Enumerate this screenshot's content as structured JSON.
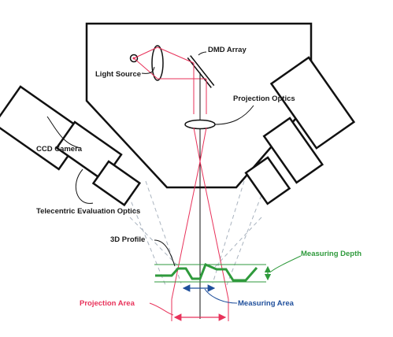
{
  "labels": {
    "light_source": "Light Source",
    "dmd_array": "DMD Array",
    "projection_optics": "Projection Optics",
    "ccd_camera": "CCD Camera",
    "telecentric_optics": "Telecentric Evaluation Optics",
    "profile_3d": "3D Profile",
    "measuring_depth": "Measuring Depth",
    "projection_area": "Projection Area",
    "measuring_area": "Measuring Area"
  },
  "colors": {
    "outline": "#111111",
    "projection_red": "#e8325a",
    "measuring_blue": "#1f4f9c",
    "depth_green": "#2f9a3c",
    "dashed_gray": "#a9b3bf"
  }
}
